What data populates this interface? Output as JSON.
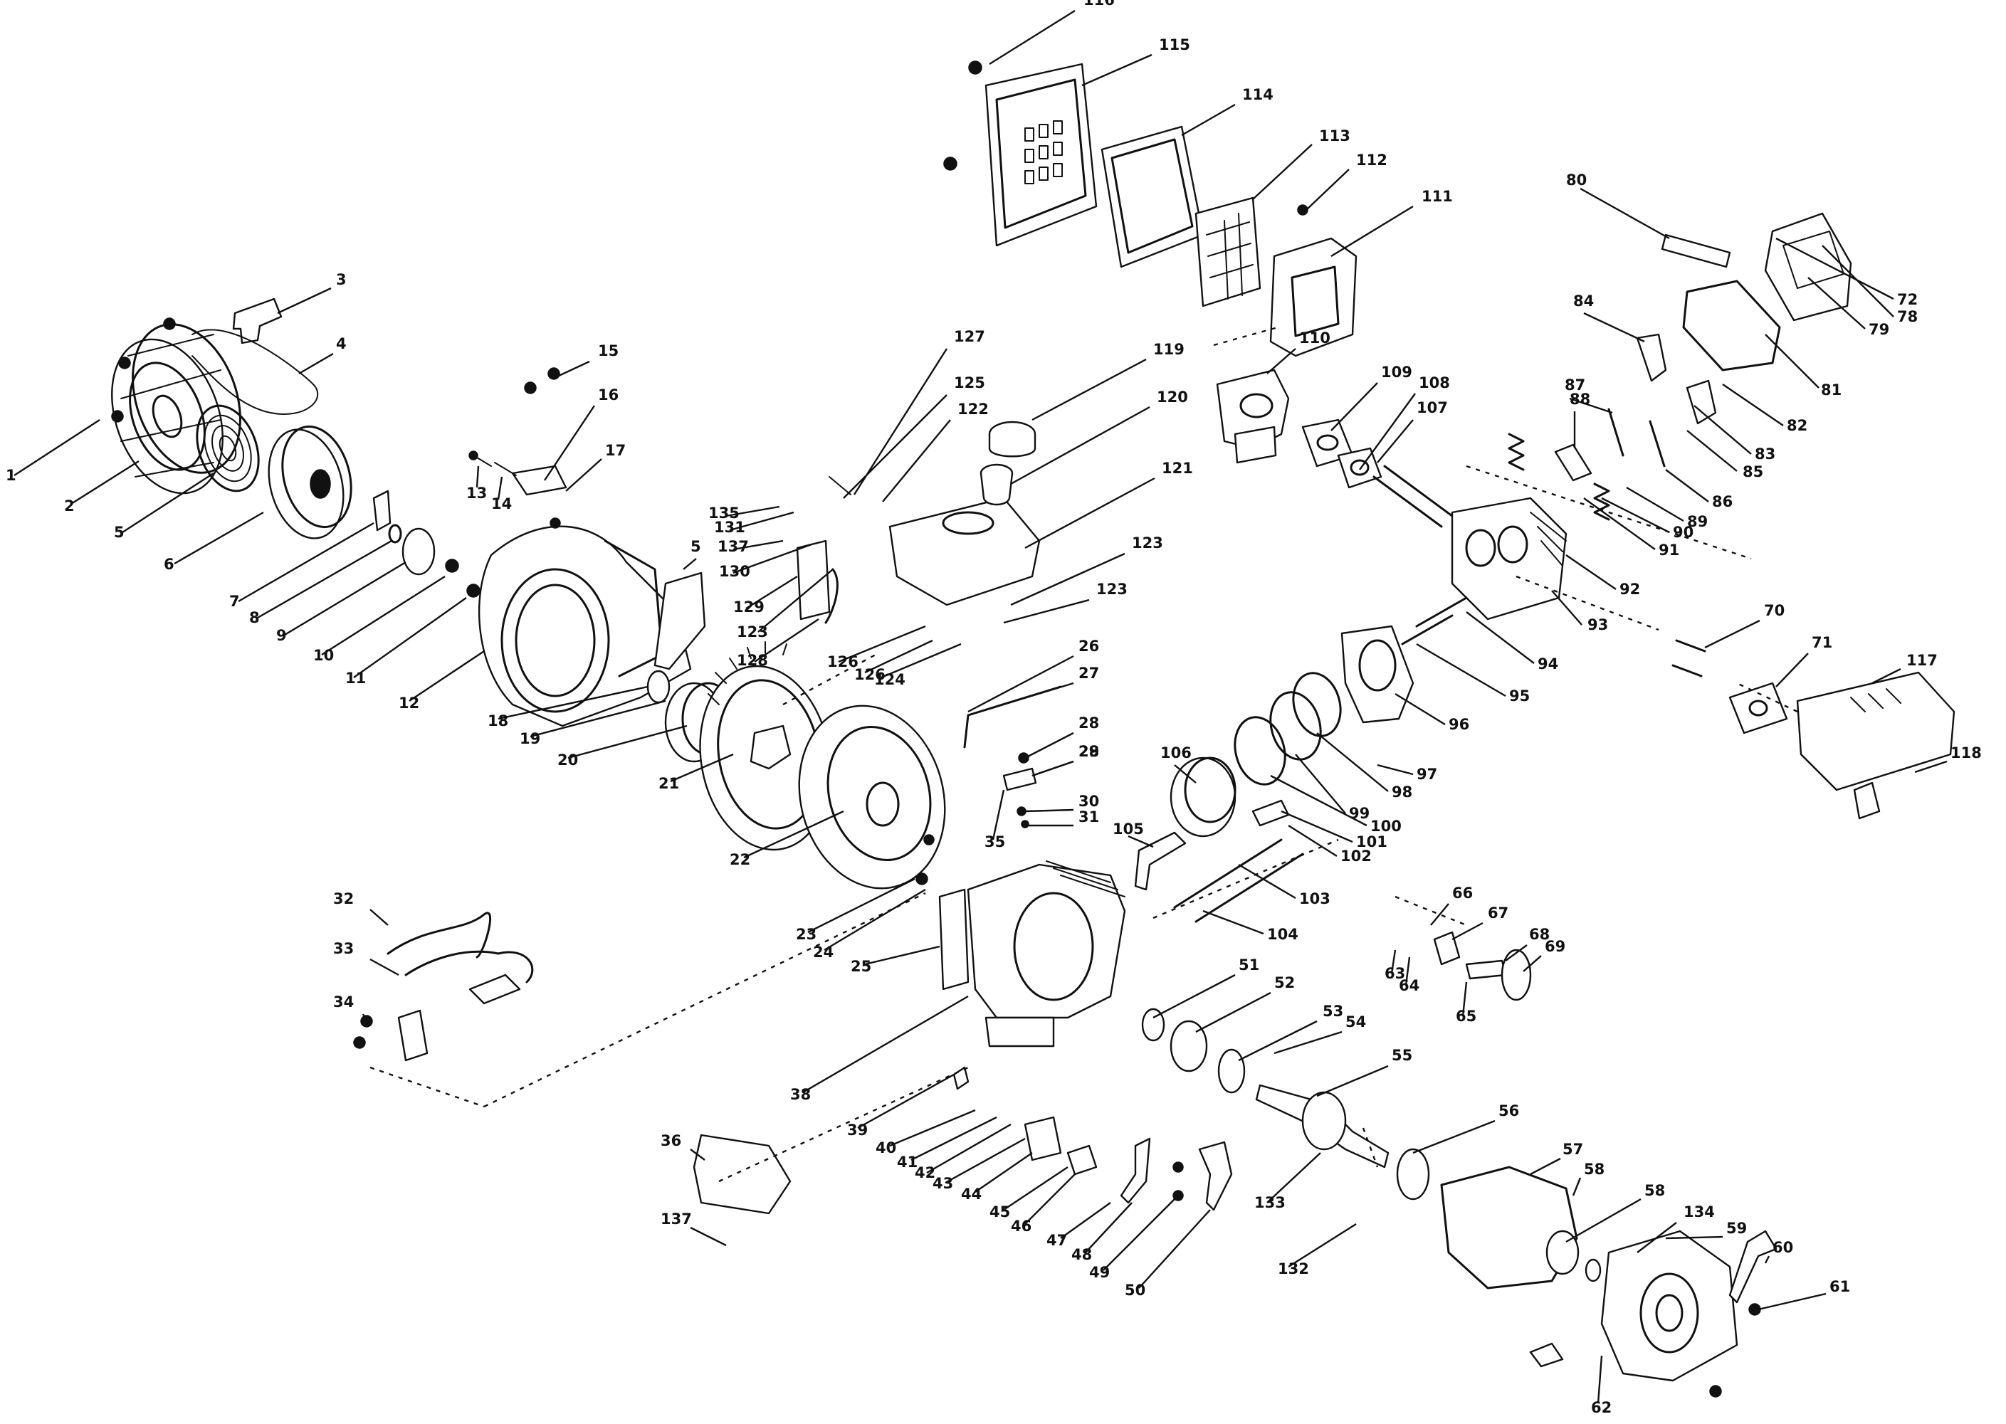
{
  "diagram": {
    "type": "exploded-parts-diagram",
    "callouts": [
      "1",
      "2",
      "3",
      "4",
      "5",
      "6",
      "7",
      "8",
      "9",
      "10",
      "11",
      "12",
      "13",
      "14",
      "15",
      "16",
      "17",
      "18",
      "19",
      "20",
      "21",
      "22",
      "23",
      "24",
      "25",
      "26",
      "27",
      "28",
      "28",
      "29",
      "30",
      "31",
      "32",
      "33",
      "34",
      "35",
      "36",
      "38",
      "39",
      "40",
      "41",
      "42",
      "43",
      "44",
      "45",
      "46",
      "47",
      "48",
      "49",
      "50",
      "51",
      "52",
      "53",
      "54",
      "55",
      "56",
      "57",
      "58",
      "58",
      "59",
      "60",
      "61",
      "62",
      "63",
      "64",
      "65",
      "66",
      "67",
      "68",
      "69",
      "70",
      "71",
      "72",
      "78",
      "79",
      "80",
      "81",
      "82",
      "83",
      "84",
      "85",
      "86",
      "87",
      "88",
      "89",
      "90",
      "91",
      "92",
      "93",
      "94",
      "95",
      "96",
      "97",
      "98",
      "99",
      "100",
      "101",
      "102",
      "103",
      "104",
      "105",
      "106",
      "107",
      "108",
      "109",
      "110",
      "111",
      "112",
      "113",
      "114",
      "115",
      "116",
      "117",
      "118",
      "119",
      "120",
      "121",
      "122",
      "123",
      "123",
      "123",
      "124",
      "125",
      "126",
      "126",
      "127",
      "128",
      "129",
      "130",
      "131",
      "132",
      "133",
      "134",
      "135",
      "137",
      "137",
      "5",
      "11"
    ]
  }
}
